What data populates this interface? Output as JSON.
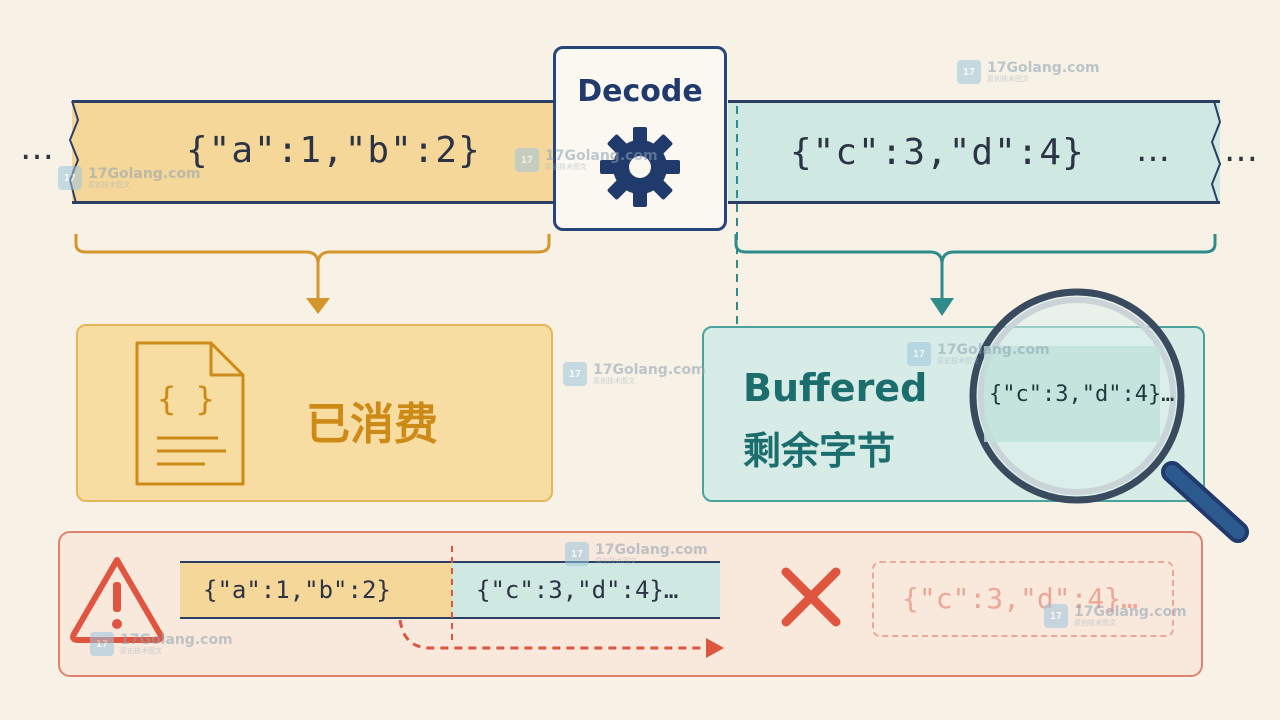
{
  "stream": {
    "leading_dots": "…",
    "consumed_json": "{\"a\":1,\"b\":2}",
    "buffered_json": "{\"c\":3,\"d\":4}",
    "trailing_dots_inside": "…",
    "trailing_dots_outside": "…"
  },
  "decoder": {
    "label": "Decode",
    "icon": "gear-icon"
  },
  "consumed": {
    "label": "已消费",
    "icon": "json-file-icon",
    "file_glyph": "{ }"
  },
  "buffered": {
    "title": "Buffered",
    "subtitle": "剩余字节",
    "magnified_text": "{\"c\":3,\"d\":4}…",
    "icon": "magnifier-icon"
  },
  "warning": {
    "icon": "warning-icon",
    "consumed_json": "{\"a\":1,\"b\":2}",
    "buffered_json": "{\"c\":3,\"d\":4}…",
    "cross_icon": "cross-icon",
    "lost_json": "{\"c\":3,\"d\":4}…"
  },
  "watermark": {
    "logo": "17",
    "text": "17Golang.com",
    "sub": "原创技术图文"
  },
  "colors": {
    "consumed": "#f6d79a",
    "consumed_accent": "#cd8a17",
    "buffered": "#cfe8e2",
    "buffered_accent": "#1c6d6d",
    "decoder": "#1f3a6b",
    "warning": "#e0553f"
  }
}
